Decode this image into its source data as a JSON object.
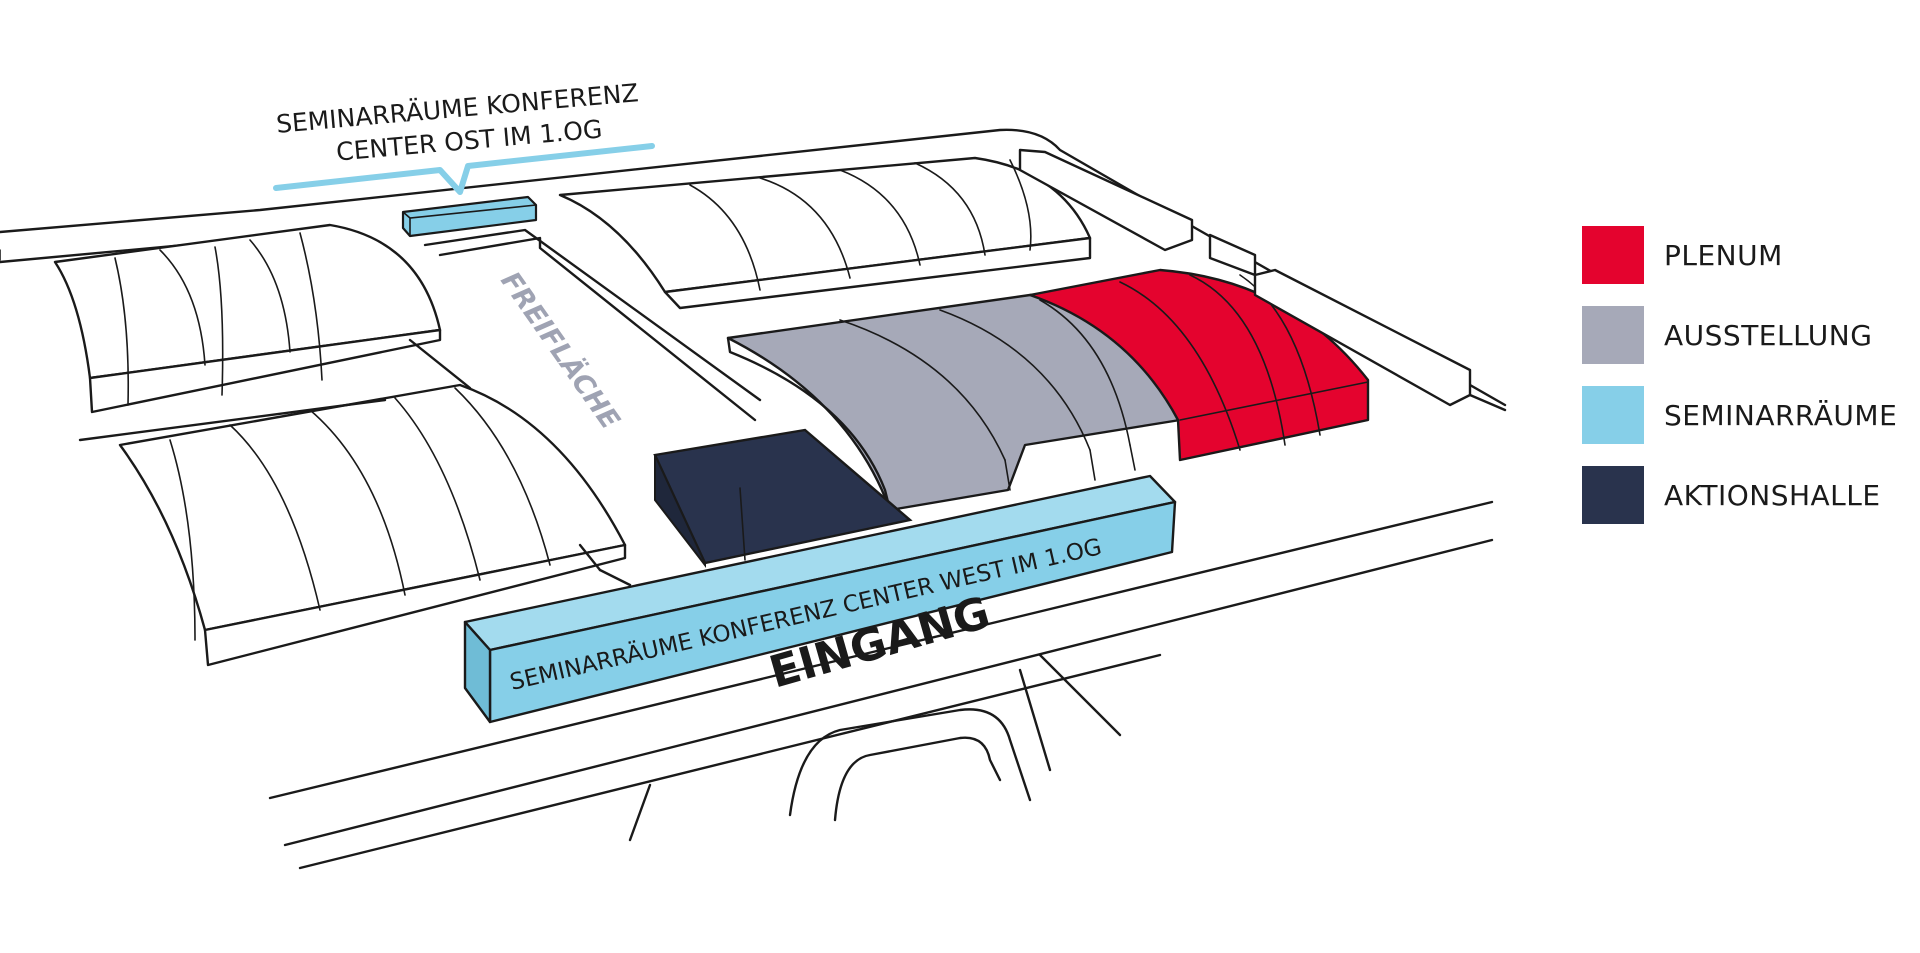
{
  "labels": {
    "seminar_ost": [
      "SEMINARRÄUME KONFERENZ",
      "CENTER OST IM 1.OG"
    ],
    "freiflaeche": "FREIFLÄCHE",
    "seminar_west": "SEMINARRÄUME KONFERENZ CENTER WEST IM 1.OG",
    "eingang": "EINGANG"
  },
  "legend": [
    {
      "label": "PLENUM",
      "color": "#e4032e"
    },
    {
      "label": "AUSSTELLUNG",
      "color": "#a6a9b8"
    },
    {
      "label": "SEMINARRÄUME",
      "color": "#86cfe8"
    },
    {
      "label": "AKTIONSHALLE",
      "color": "#29334d"
    }
  ],
  "colors": {
    "plenum": "#e4032e",
    "ausstellung": "#a6a9b8",
    "seminar": "#86cfe8",
    "aktionshalle": "#29334d",
    "freiflaeche_text": "#9fa3b3"
  }
}
